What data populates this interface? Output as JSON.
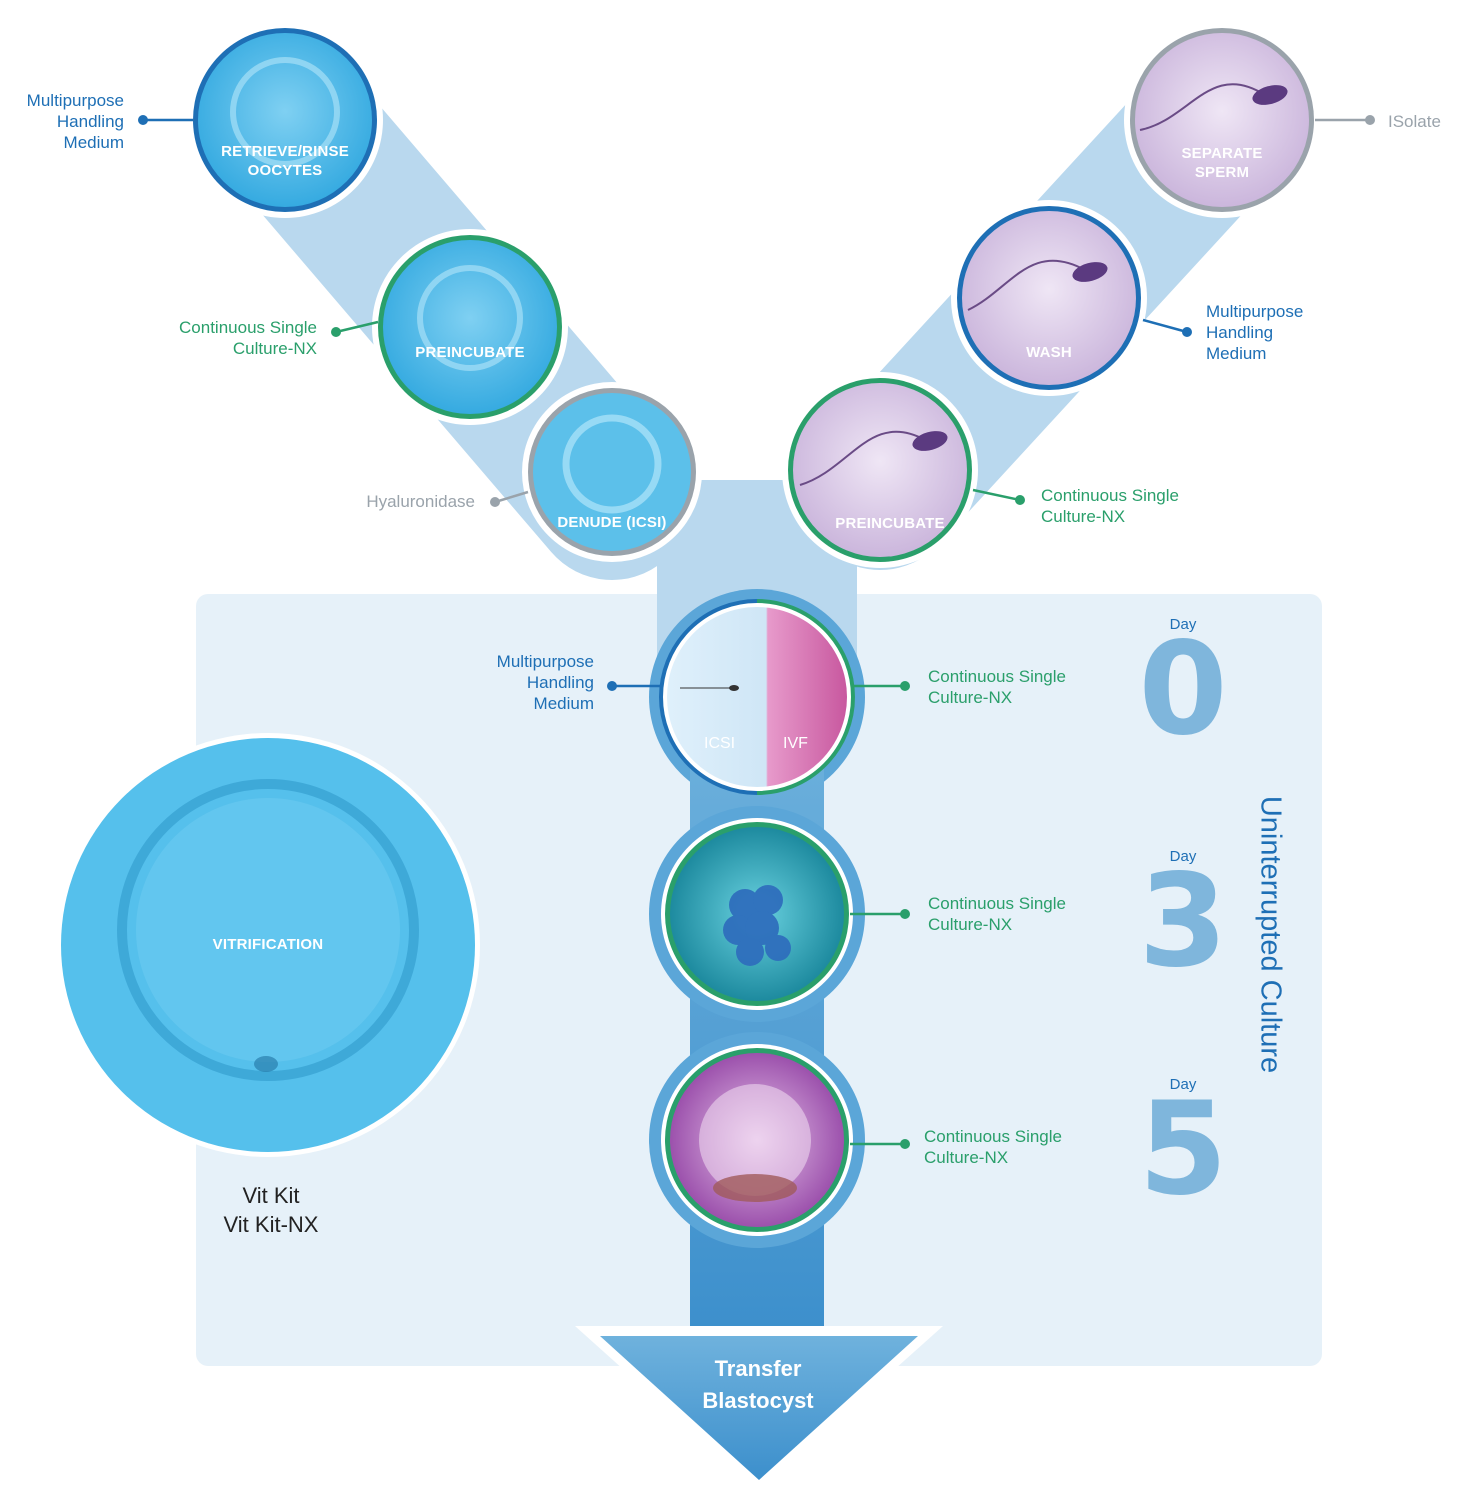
{
  "stages": {
    "retrieve": "RETRIEVE/RINSE\nOOCYTES",
    "preincubate_oocyte": "PREINCUBATE",
    "denude": "DENUDE (ICSI)",
    "separate_sperm": "SEPARATE\nSPERM",
    "wash": "WASH",
    "preincubate_sperm": "PREINCUBATE",
    "vitrification": "VITRIFICATION",
    "icsi": "ICSI",
    "ivf": "IVF"
  },
  "media": {
    "mhm_top_left": "Multipurpose\nHandling\nMedium",
    "csc_left": "Continuous Single\nCulture-NX",
    "hyaluronidase": "Hyaluronidase",
    "isolate": "ISolate",
    "mhm_right": "Multipurpose\nHandling\nMedium",
    "csc_right": "Continuous Single\nCulture-NX",
    "mhm_day0": "Multipurpose\nHandling\nMedium",
    "csc_day0": "Continuous Single\nCulture-NX",
    "csc_day3": "Continuous Single\nCulture-NX",
    "csc_day5": "Continuous Single\nCulture-NX"
  },
  "days": {
    "word": "Day",
    "d0": "0",
    "d3": "3",
    "d5": "5"
  },
  "uninterrupted": "Uninterrupted Culture",
  "vit_kit": "Vit Kit\nVit Kit-NX",
  "transfer": "Transfer\nBlastocyst",
  "colors": {
    "blue_ring": "#1e6fb5",
    "green_ring": "#2a9f6b",
    "gray_ring": "#9aa3ab",
    "panel": "#e6f1f9",
    "stem": "#b9d8ee",
    "oocyte": "#4fb8e6",
    "sperm": "#d5c4e2"
  }
}
